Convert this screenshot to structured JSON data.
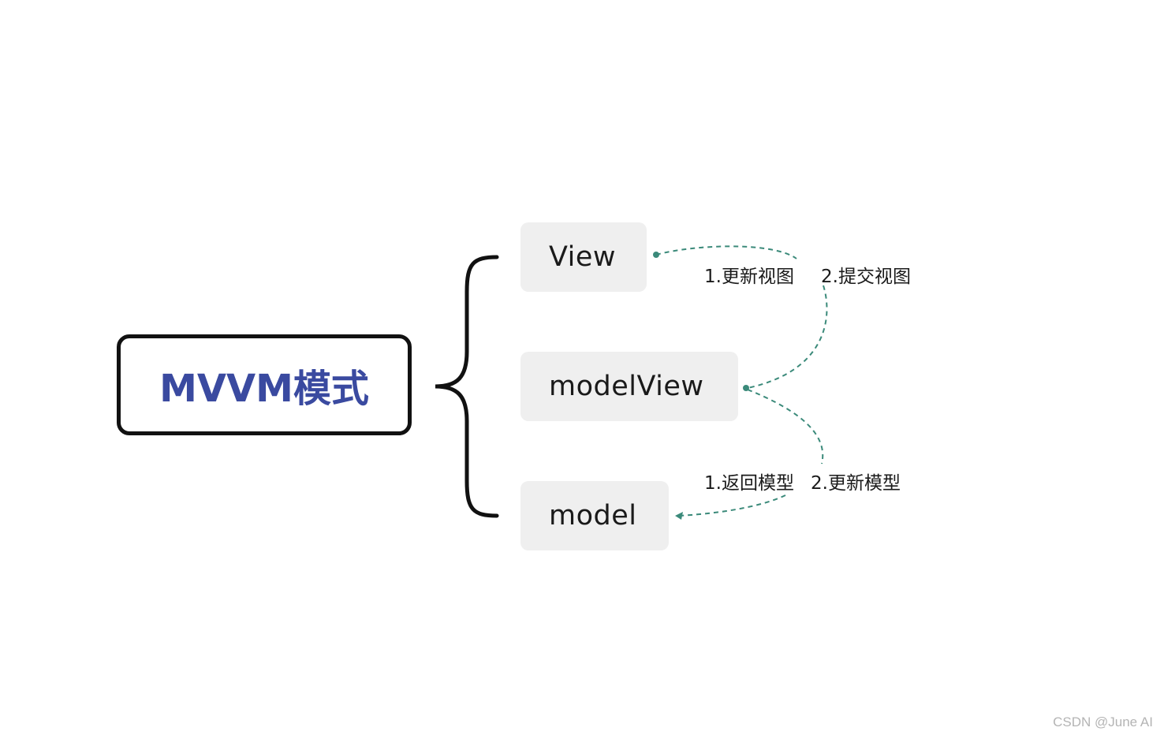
{
  "diagram": {
    "root": {
      "label": "MVVM模式",
      "color": "#3a4aa0"
    },
    "nodes": [
      {
        "id": "view",
        "label": "View"
      },
      {
        "id": "modelview",
        "label": "modelView"
      },
      {
        "id": "model",
        "label": "model"
      }
    ],
    "edge_labels": {
      "view_to_modelview_1": "1.更新视图",
      "view_to_modelview_2": "2.提交视图",
      "modelview_to_model_1": "1.返回模型",
      "modelview_to_model_2": "2.更新模型"
    },
    "connector_color": "#3b8a7a",
    "watermark": "CSDN @June AI"
  }
}
